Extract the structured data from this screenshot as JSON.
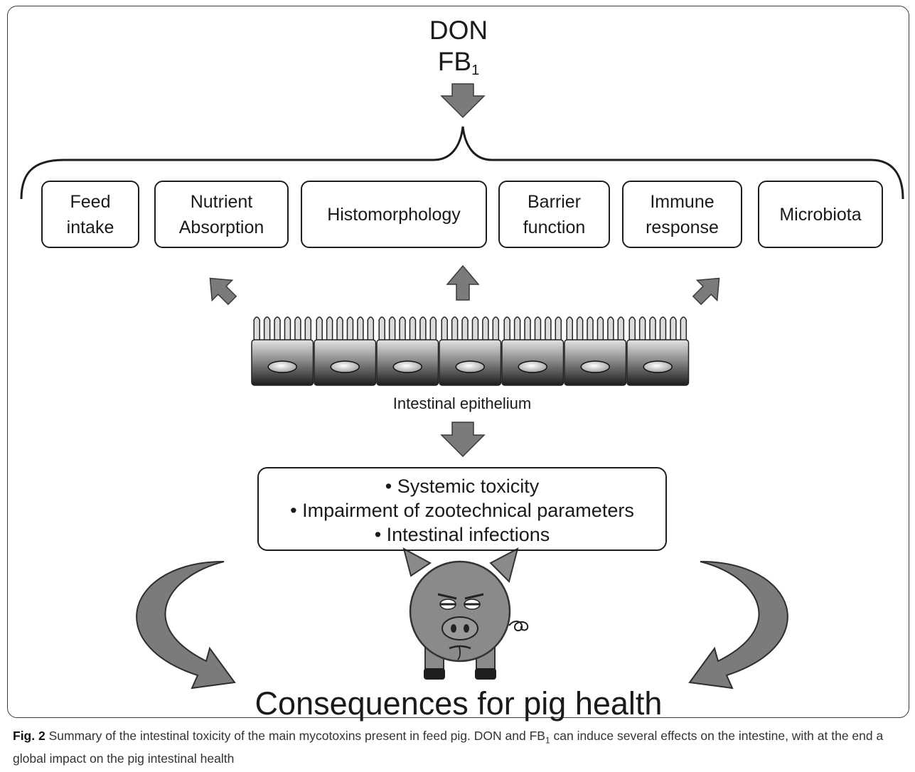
{
  "toxins": {
    "line1": "DON",
    "line2_base": "FB",
    "line2_sub": "1"
  },
  "effects": [
    {
      "label": "Feed\nintake"
    },
    {
      "label": "Nutrient\nAbsorption"
    },
    {
      "label": "Histomorphology"
    },
    {
      "label": "Barrier\nfunction"
    },
    {
      "label": "Immune\nresponse"
    },
    {
      "label": "Microbiota"
    }
  ],
  "epithelium_label": "Intestinal epithelium",
  "outcomes": [
    "• Systemic toxicity",
    "• Impairment of zootechnical parameters",
    "• Intestinal infections"
  ],
  "consequence_title": "Consequences for pig health",
  "caption": {
    "label": "Fig. 2",
    "text_1": " Summary of the intestinal toxicity of the main mycotoxins present in feed pig. DON and FB",
    "sub": "1",
    "text_2": " can induce several effects on the intestine, with at the end a global impact on the pig intestinal health"
  },
  "colors": {
    "arrow_fill": "#7b7b7b",
    "arrow_stroke": "#3a3a3a",
    "pig": "#8a8a8a",
    "cell_top": "#e2e2e2",
    "cell_bottom": "#1c1c1c"
  }
}
